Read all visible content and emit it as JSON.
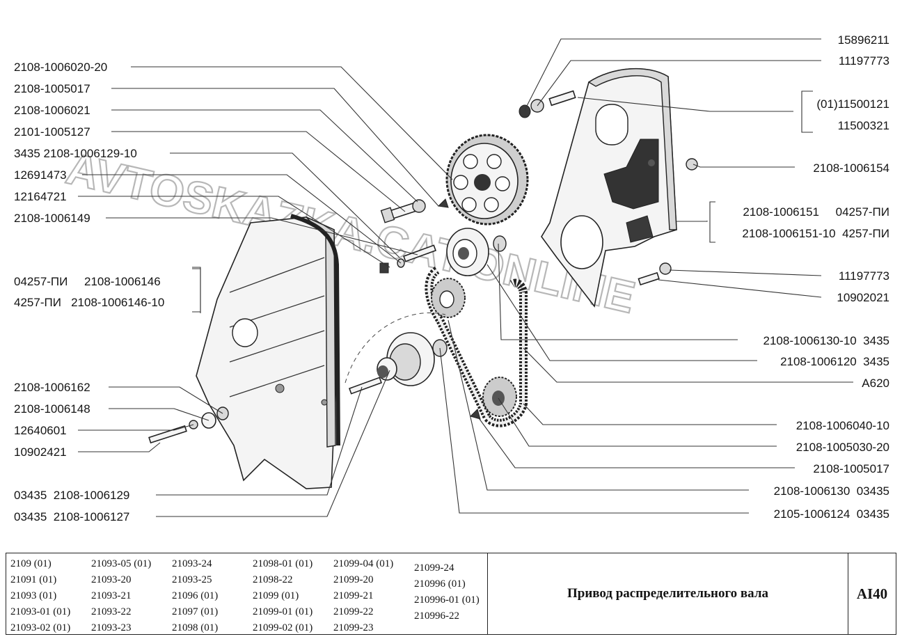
{
  "labels_left": [
    "2108-1006020-20",
    "2108-1005017",
    "2108-1006021",
    "2101-1005127",
    "3435  2108-1006129-10",
    "12691473",
    "12164721",
    "2108-1006149",
    "04257-ПИ     2108-1006146",
    "4257-ПИ   2108-1006146-10",
    "2108-1006162",
    "2108-1006148",
    "12640601",
    "10902421",
    "03435  2108-1006129",
    "03435  2108-1006127"
  ],
  "labels_right": [
    "15896211",
    "11197773",
    "(01)11500121",
    "11500321",
    "2108-1006154",
    "2108-1006151     04257-ПИ",
    "2108-1006151-10  4257-ПИ",
    "11197773",
    "10902021",
    "2108-1006130-10  3435",
    "2108-1006120  3435",
    "A620",
    "2108-1006040-10",
    "2108-1005030-20",
    "2108-1005017",
    "2108-1006130  03435",
    "2105-1006124  03435"
  ],
  "watermark": "AVTOSKAZKA.CAT.ONLINE",
  "models": [
    [
      "2109 (01)",
      "21091 (01)",
      "21093 (01)",
      "21093-01 (01)",
      "21093-02 (01)"
    ],
    [
      "21093-05 (01)",
      "21093-20",
      "21093-21",
      "21093-22",
      "21093-23"
    ],
    [
      "21093-24",
      "21093-25",
      "21096 (01)",
      "21097 (01)",
      "21098 (01)"
    ],
    [
      "21098-01 (01)",
      "21098-22",
      "21099 (01)",
      "21099-01 (01)",
      "21099-02 (01)"
    ],
    [
      "21099-04 (01)",
      "21099-20",
      "21099-21",
      "21099-22",
      "21099-23"
    ],
    [
      "21099-24",
      "210996 (01)",
      "210996-01 (01)",
      "210996-22"
    ]
  ],
  "title": "Привод распределительного вала",
  "code": "АI40"
}
